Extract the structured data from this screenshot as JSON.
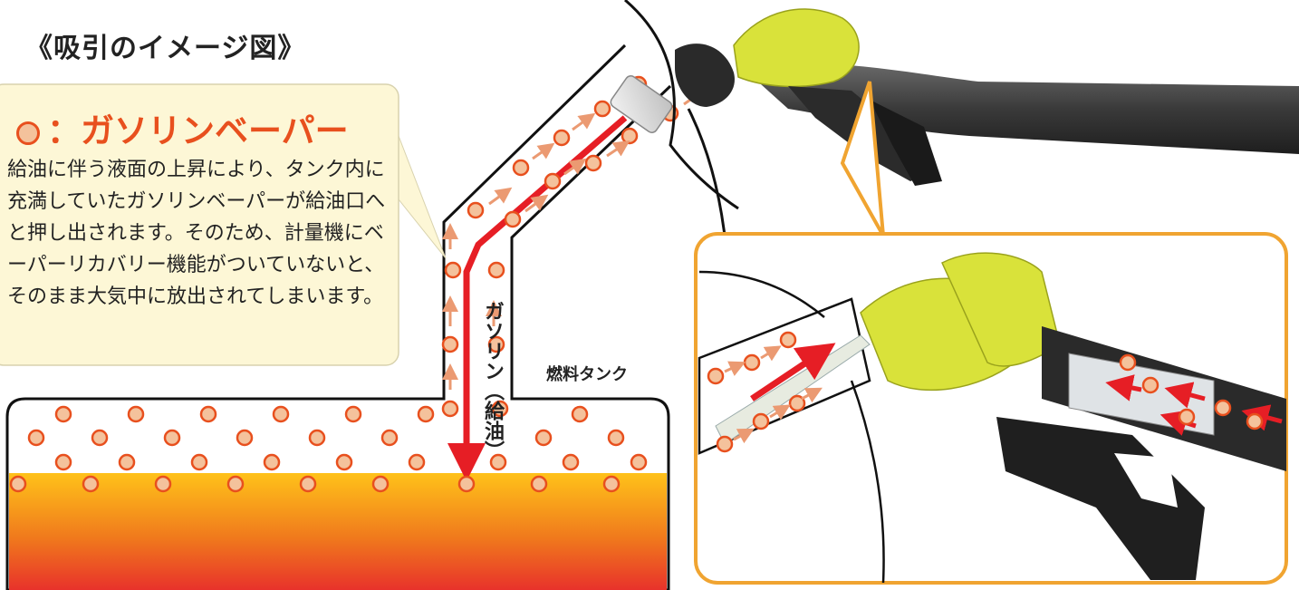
{
  "title": "《吸引のイメージ図》",
  "legend": {
    "symbol_name": "vapor-circle-icon",
    "text": "：ガソリンベーパー"
  },
  "description": "給油に伴う液面の上昇により、タンク内に充満していたガソリンベーパーが給油口へと押し出されます。そのため、計量機にベーパーリカバリー機能がついていないと、そのまま大気中に放出されてしまいます。",
  "flow_label": "ガソリン（給油）",
  "tank_label": "燃料タンク",
  "colors": {
    "vapor_fill": "#f4c29c",
    "vapor_stroke": "#e8501e",
    "arrow_red": "#e61e25",
    "nozzle_yellow": "#d9e23a",
    "callout_bg": "#fdf7d6",
    "detail_border": "#f0a431",
    "liquid_top": "#ffc21a",
    "liquid_bottom": "#e8322b"
  }
}
